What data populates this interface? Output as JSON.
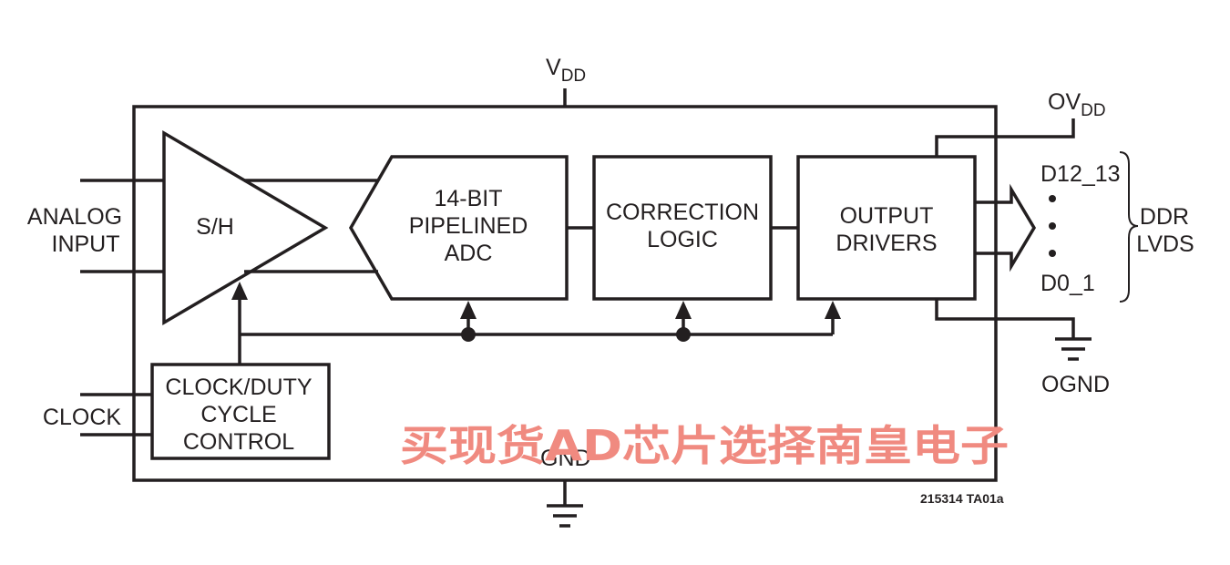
{
  "colors": {
    "ink": "#231f20",
    "watermark": "#f08a80"
  },
  "labels": {
    "vdd_main": "V",
    "vdd_sub": "DD",
    "ovdd_main": "OV",
    "ovdd_sub": "DD",
    "analog_input_line1": "ANALOG",
    "analog_input_line2": "INPUT",
    "clock": "CLOCK",
    "gnd": "GND",
    "ognd": "OGND",
    "d_high": "D12_13",
    "d_low": "D0_1",
    "ddr_line1": "DDR",
    "ddr_line2": "LVDS",
    "figure_code": "215314 TA01a"
  },
  "blocks": {
    "sh": "S/H",
    "adc": [
      "14-BIT",
      "PIPELINED",
      "ADC"
    ],
    "correction": [
      "CORRECTION",
      "LOGIC"
    ],
    "output": [
      "OUTPUT",
      "DRIVERS"
    ],
    "clock_control": [
      "CLOCK/DUTY",
      "CYCLE",
      "CONTROL"
    ]
  },
  "watermark": "买现货AD芯片选择南皇电子"
}
